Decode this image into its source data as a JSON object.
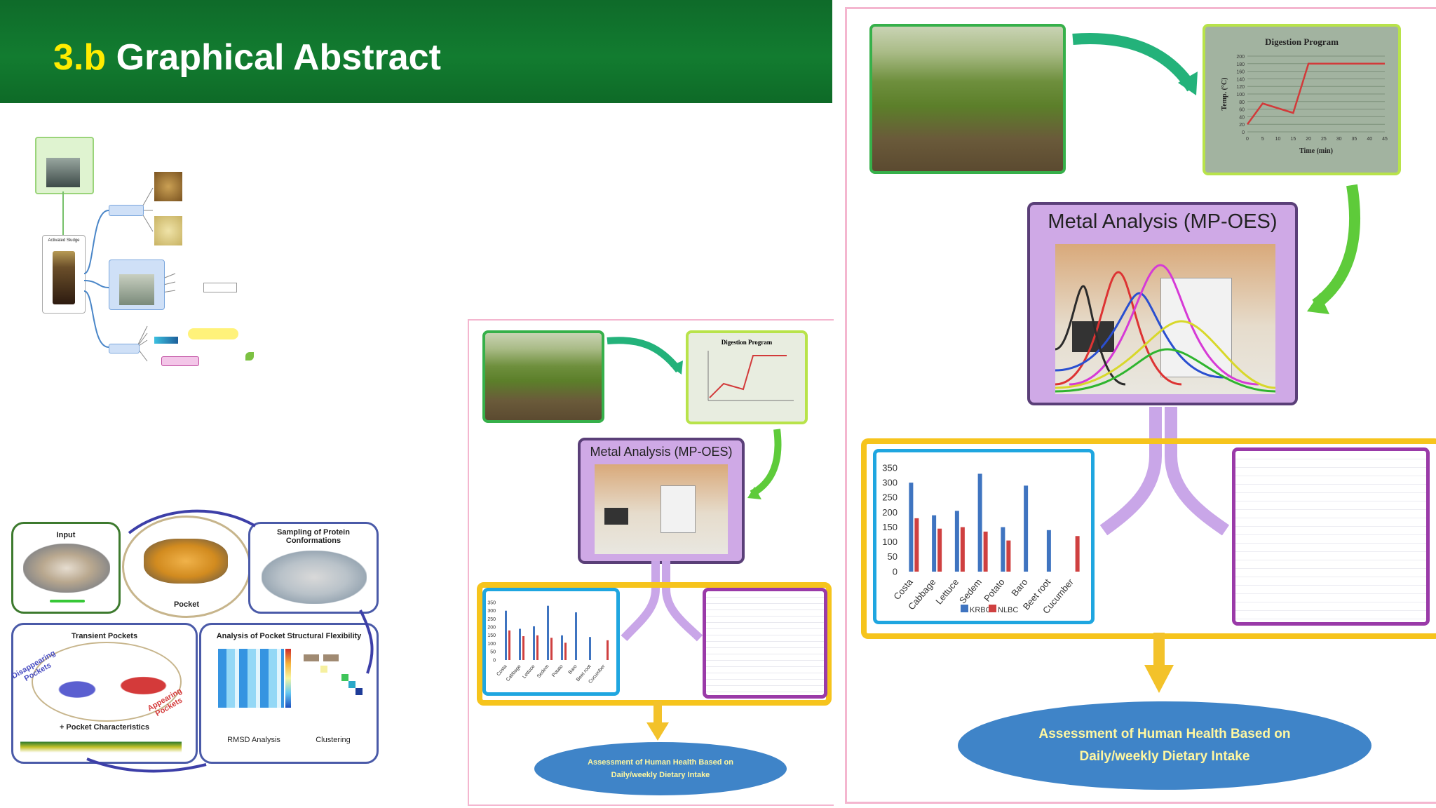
{
  "header": {
    "title_num": "3.b",
    "title_text": "Graphical Abstract",
    "bg_color": "#127c30"
  },
  "big_figure": {
    "metal_analysis": "Metal Analysis (MP-OES)",
    "digestion_title": "Digestion Program",
    "digestion_ylabel": "Temp. (°C)",
    "digestion_xlabel": "Time (min)",
    "assessment_line1": "Assessment of Human Health Based on",
    "assessment_line2": "Daily/weekly Dietary Intake",
    "legend_k": "KRBC",
    "legend_n": "NLBC"
  },
  "small_figure": {
    "metal_analysis": "Metal Analysis (MP-OES)",
    "digestion_title": "Digestion Program",
    "assessment_line1": "Assessment of Human Health Based on",
    "assessment_line2": "Daily/weekly Dietary Intake"
  },
  "pocket_figure": {
    "input": "Input",
    "pocket": "Pocket",
    "sampling": "Sampling of Protein Conformations",
    "transient": "Transient Pockets",
    "disappearing": "Disappearing Pockets",
    "appearing": "Appearing Pockets",
    "characteristics": "+ Pocket Characteristics",
    "flexibility": "Analysis of Pocket Structural Flexibility",
    "rmsd": "RMSD Analysis",
    "clustering": "Clustering"
  },
  "mindmap": {
    "root": "Activated Sludge"
  },
  "chart_data": [
    {
      "type": "bar",
      "categories": [
        "Costa",
        "Cabbage",
        "Lettuce",
        "Sedem",
        "Potato",
        "Baro",
        "Beet root",
        "Cucumber"
      ],
      "series": [
        {
          "name": "KRBC",
          "values": [
            300,
            190,
            205,
            330,
            150,
            290,
            140,
            null
          ]
        },
        {
          "name": "NLBC",
          "values": [
            180,
            145,
            150,
            135,
            105,
            null,
            null,
            120
          ]
        }
      ],
      "ylim": [
        0,
        350
      ],
      "yticks": [
        0,
        50,
        100,
        150,
        200,
        250,
        300,
        350
      ],
      "legend": "bottom"
    },
    {
      "type": "line",
      "title": "Digestion Program",
      "xlabel": "Time (min)",
      "ylabel": "Temp. (°C)",
      "x": [
        0,
        5,
        15,
        20,
        25,
        45
      ],
      "y": [
        20,
        75,
        50,
        180,
        180,
        180
      ],
      "xticks": [
        0,
        5,
        10,
        15,
        20,
        25,
        30,
        35,
        40,
        45
      ],
      "yticks": [
        0,
        20,
        40,
        60,
        80,
        100,
        120,
        140,
        160,
        180,
        200
      ],
      "ylim": [
        0,
        200
      ]
    }
  ]
}
